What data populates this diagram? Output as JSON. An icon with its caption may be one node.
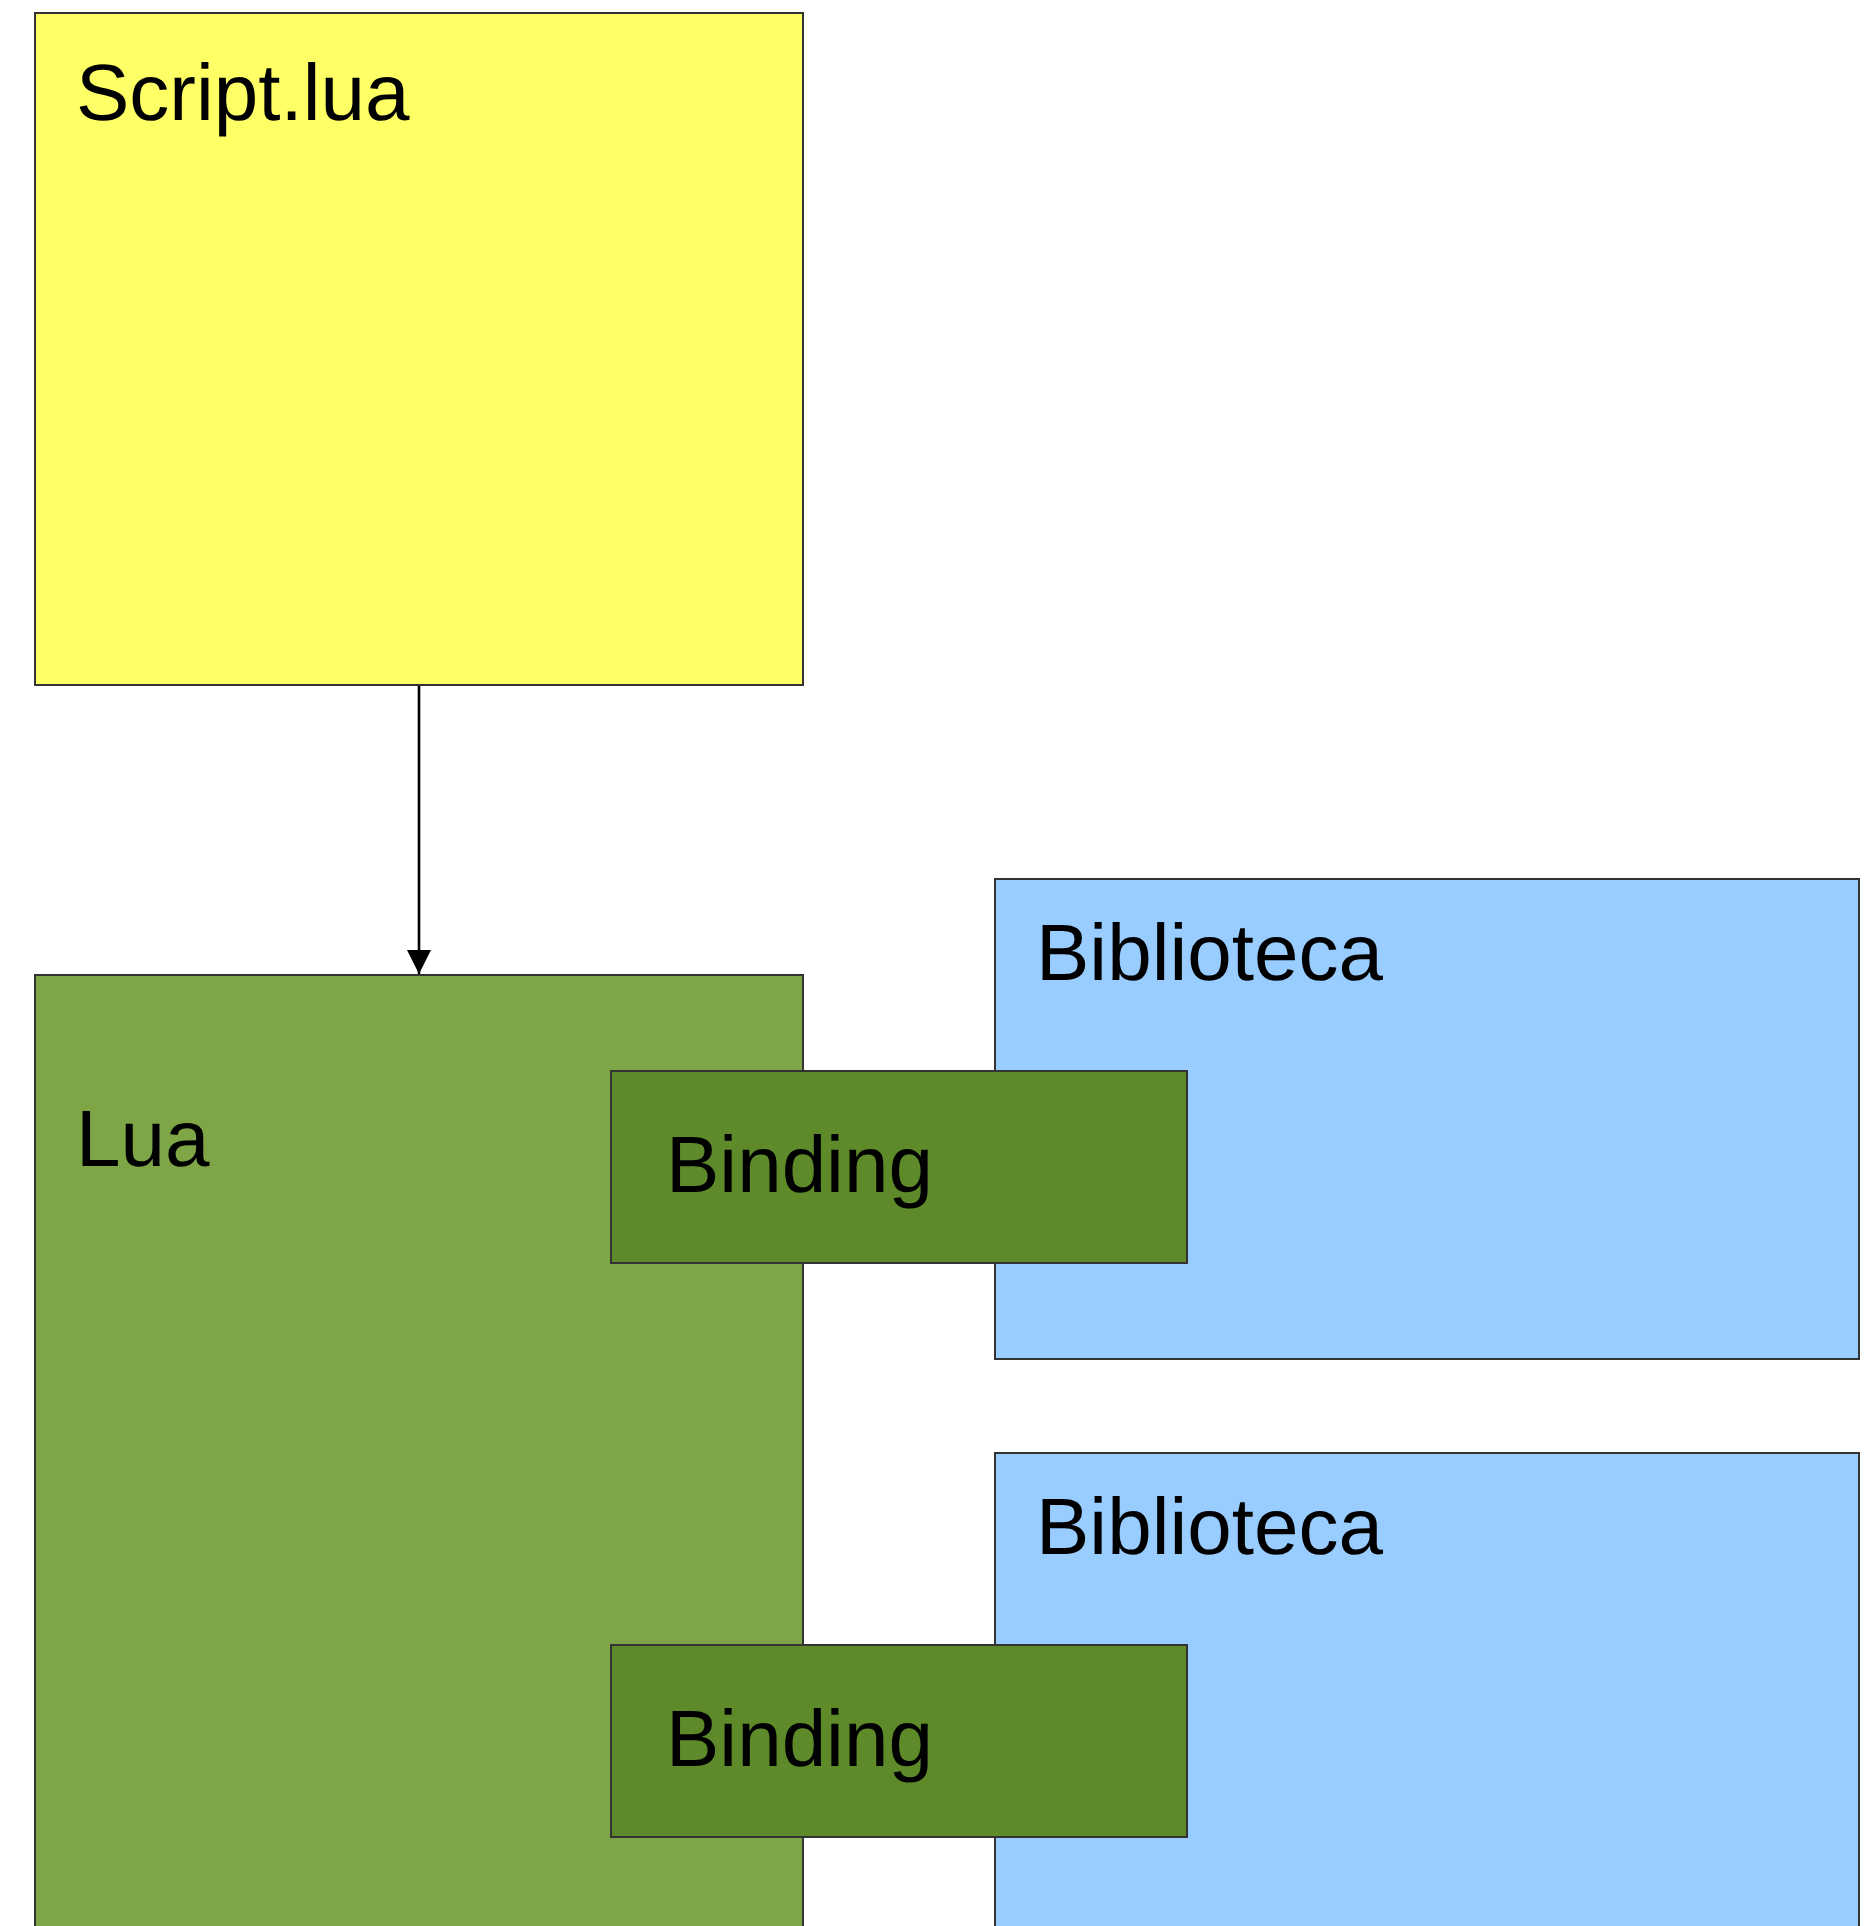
{
  "diagram": {
    "nodes": [
      {
        "text": [
          "Script.lua"
        ]
      },
      {
        "text": [
          "Lua"
        ]
      },
      {
        "text": [
          "Biblioteca"
        ]
      },
      {
        "text": [
          "Binding"
        ]
      },
      {
        "text": [
          "Biblioteca"
        ]
      },
      {
        "text": [
          "Binding"
        ]
      }
    ],
    "edges": [
      {
        "from": 0,
        "to": 1,
        "arrow": "to"
      }
    ]
  }
}
